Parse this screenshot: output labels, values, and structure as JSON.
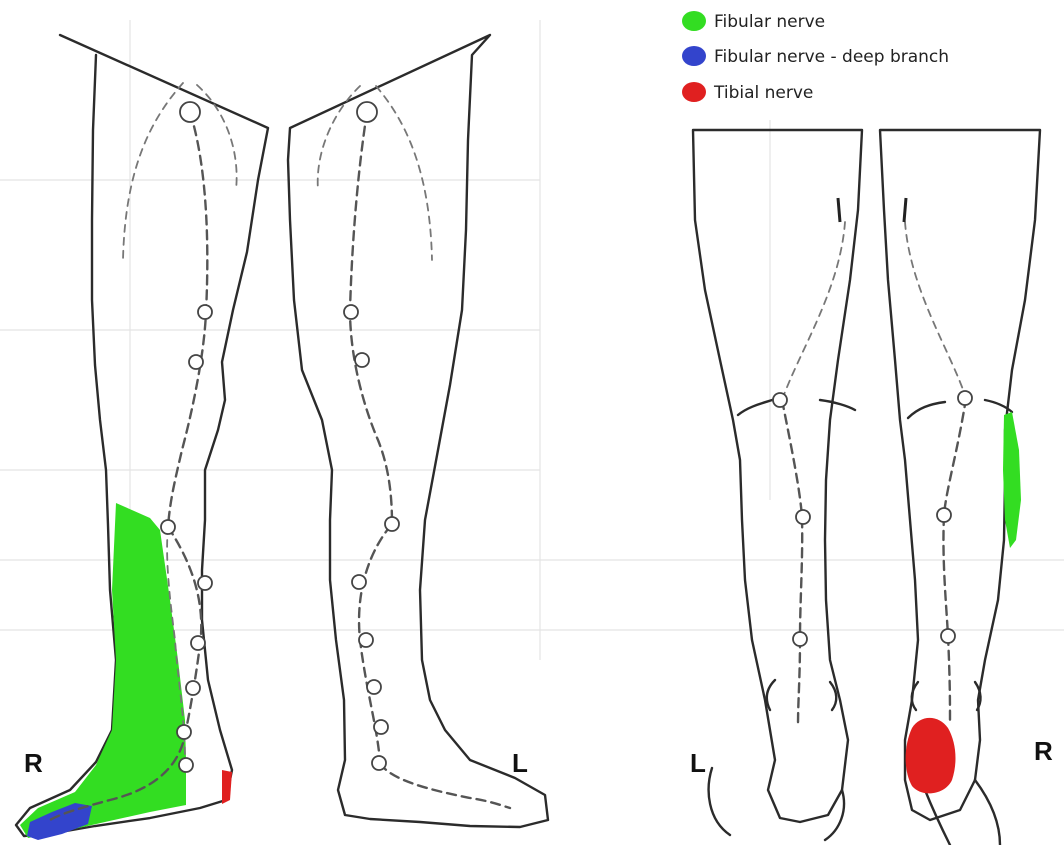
{
  "legend": {
    "items": [
      {
        "label": "Fibular nerve",
        "color": "#33dd22"
      },
      {
        "label": "Fibular nerve - deep branch",
        "color": "#3344cc"
      },
      {
        "label": "Tibial nerve",
        "color": "#e02020"
      }
    ]
  },
  "labels": {
    "front_right": "R",
    "front_left": "L",
    "back_left": "L",
    "back_right": "R"
  },
  "colors": {
    "fibular": "#33dd22",
    "fibular_deep": "#3344cc",
    "tibial": "#e02020",
    "outline": "#2b2b2b"
  }
}
